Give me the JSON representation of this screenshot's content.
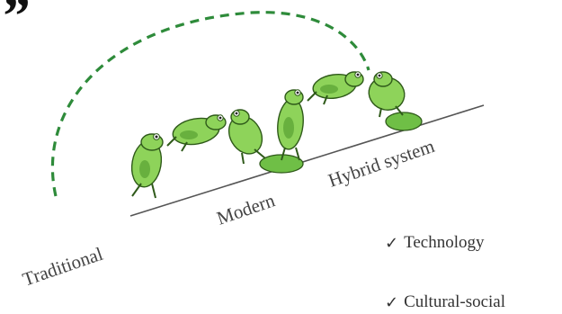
{
  "decoration": {
    "quote_mark": "”"
  },
  "stages": [
    {
      "label": "Traditional"
    },
    {
      "label": "Modern"
    },
    {
      "label": "Hybrid system"
    }
  ],
  "checklist": [
    {
      "mark": "✓",
      "label": "Technology"
    },
    {
      "mark": "✓",
      "label": "Cultural-social"
    }
  ],
  "colors": {
    "frog_fill": "#8ed35a",
    "frog_dark": "#4f9a2c",
    "frog_outline": "#2f5a1a",
    "dashed_arc": "#2e8b3a",
    "baseline": "#555555"
  }
}
